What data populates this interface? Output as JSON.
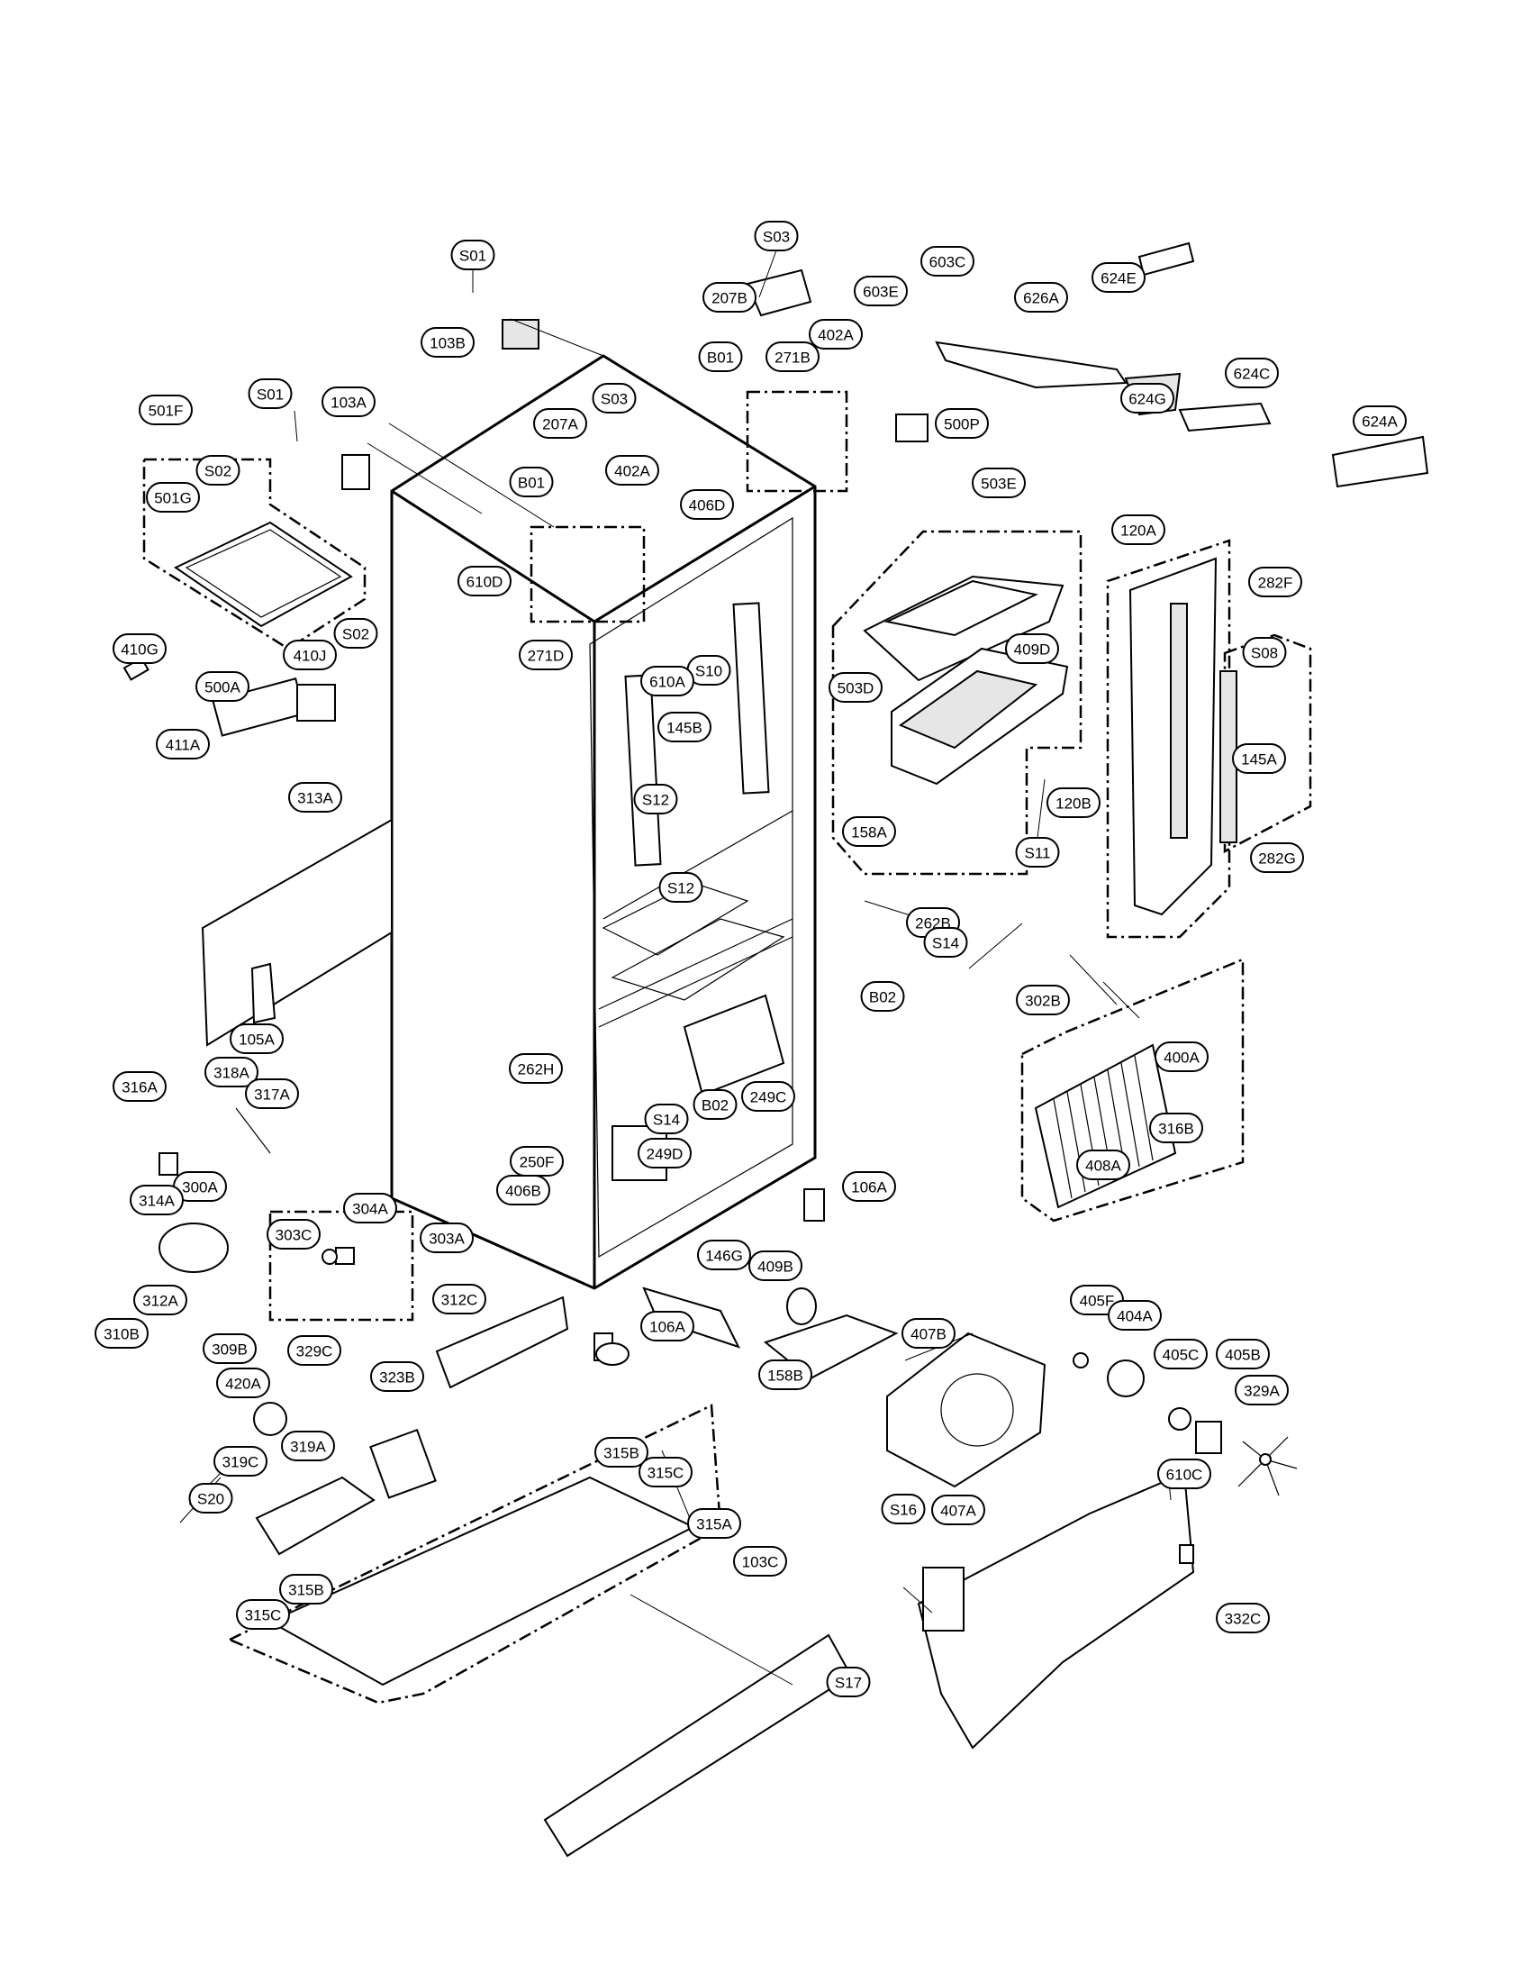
{
  "labels": [
    "S01",
    "S03",
    "207B",
    "402A",
    "603E",
    "603C",
    "626A",
    "624E",
    "103B",
    "B01",
    "271B",
    "624G",
    "624C",
    "624A",
    "S01",
    "103A",
    "S03",
    "207A",
    "402A",
    "500P",
    "501F",
    "S02",
    "501G",
    "B01",
    "406D",
    "503E",
    "120A",
    "282F",
    "610D",
    "409D",
    "271D",
    "S10",
    "S08",
    "410G",
    "410J",
    "S02",
    "503D",
    "610A",
    "500A",
    "145B",
    "145A",
    "411A",
    "S12",
    "120B",
    "158A",
    "S11",
    "282G",
    "313A",
    "S12",
    "262B",
    "S14",
    "B02",
    "302B",
    "105A",
    "400A",
    "262H",
    "249C",
    "318A",
    "317A",
    "S14",
    "B02",
    "316A",
    "316B",
    "408A",
    "250F",
    "249D",
    "406B",
    "106A",
    "300A",
    "314A",
    "304A",
    "303C",
    "303A",
    "146G",
    "409B",
    "312A",
    "310B",
    "312C",
    "106A",
    "405F",
    "404A",
    "309B",
    "329C",
    "407B",
    "158B",
    "405C",
    "405B",
    "420A",
    "323B",
    "329A",
    "315B",
    "315C",
    "319A",
    "319C",
    "S20",
    "315A",
    "610C",
    "S16",
    "407A",
    "103C",
    "315B",
    "315C",
    "332C",
    "S17"
  ]
}
